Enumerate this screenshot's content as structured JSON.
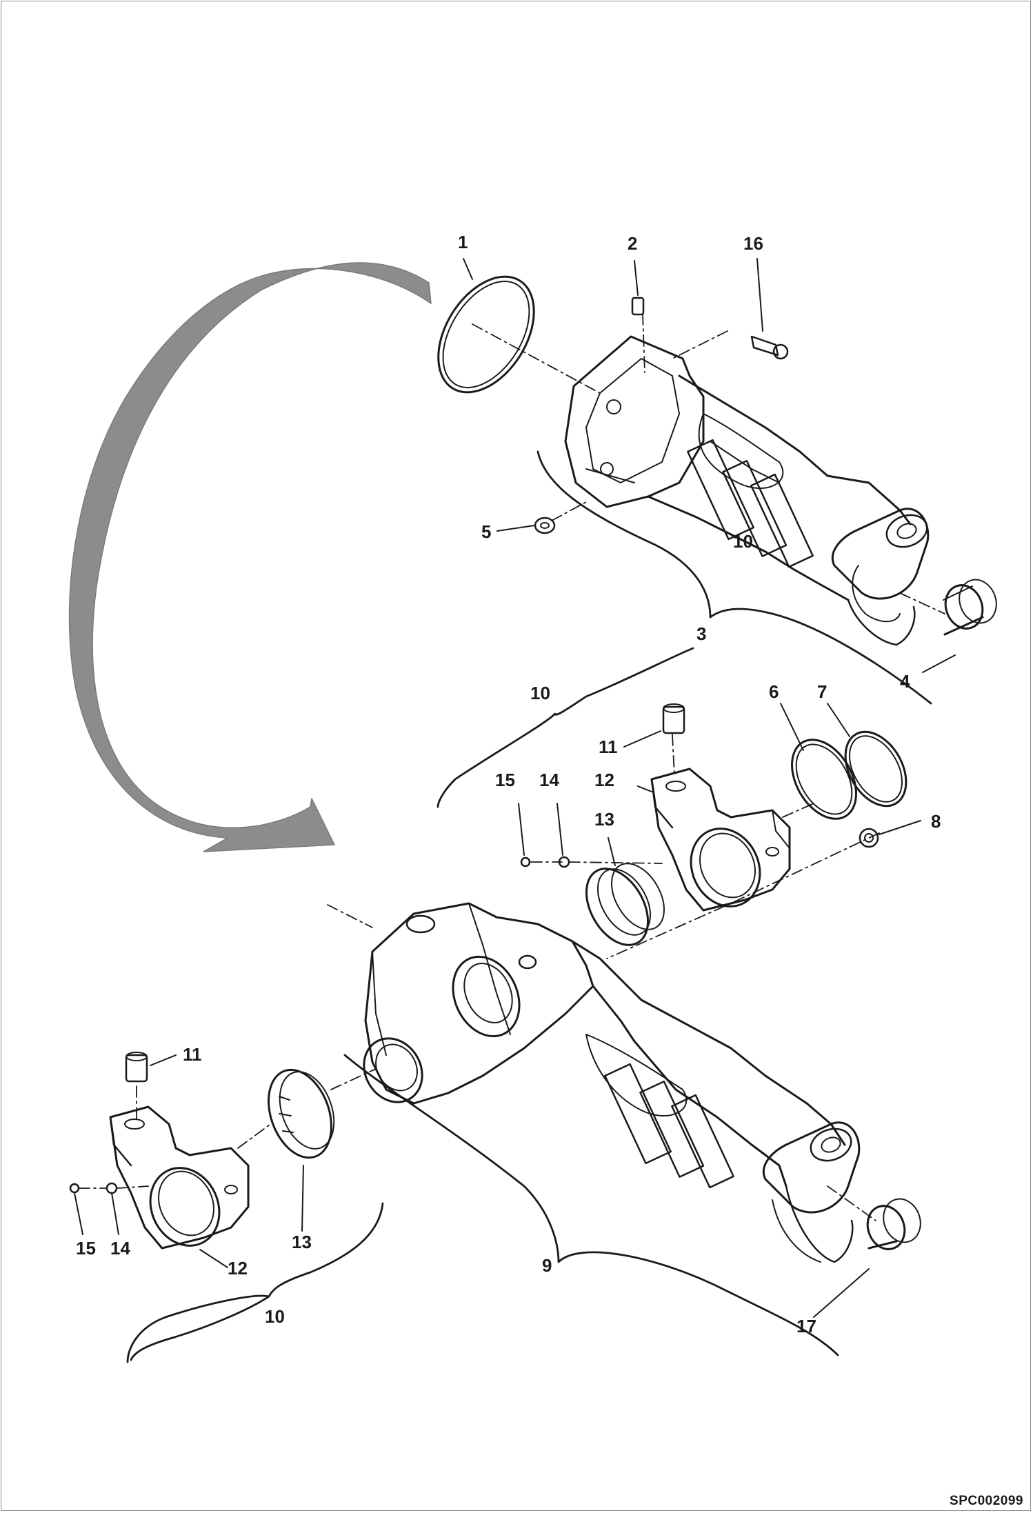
{
  "diagram": {
    "reference_code": "SPC002099",
    "callouts": [
      {
        "id": "c1",
        "label": "1"
      },
      {
        "id": "c2",
        "label": "2"
      },
      {
        "id": "c16",
        "label": "16"
      },
      {
        "id": "c5",
        "label": "5"
      },
      {
        "id": "c10a",
        "label": "10"
      },
      {
        "id": "c3",
        "label": "3"
      },
      {
        "id": "c4",
        "label": "4"
      },
      {
        "id": "c10b",
        "label": "10"
      },
      {
        "id": "c6",
        "label": "6"
      },
      {
        "id": "c7",
        "label": "7"
      },
      {
        "id": "c11a",
        "label": "11"
      },
      {
        "id": "c12a",
        "label": "12"
      },
      {
        "id": "c15a",
        "label": "15"
      },
      {
        "id": "c14a",
        "label": "14"
      },
      {
        "id": "c13a",
        "label": "13"
      },
      {
        "id": "c8",
        "label": "8"
      },
      {
        "id": "c11b",
        "label": "11"
      },
      {
        "id": "c15b",
        "label": "15"
      },
      {
        "id": "c14b",
        "label": "14"
      },
      {
        "id": "c13b",
        "label": "13"
      },
      {
        "id": "c12b",
        "label": "12"
      },
      {
        "id": "c9",
        "label": "9"
      },
      {
        "id": "c10c",
        "label": "10"
      },
      {
        "id": "c17",
        "label": "17"
      }
    ],
    "colors": {
      "line": "#1a1a1a",
      "arrow_fill": "#8c8c8c",
      "background": "#ffffff"
    }
  }
}
